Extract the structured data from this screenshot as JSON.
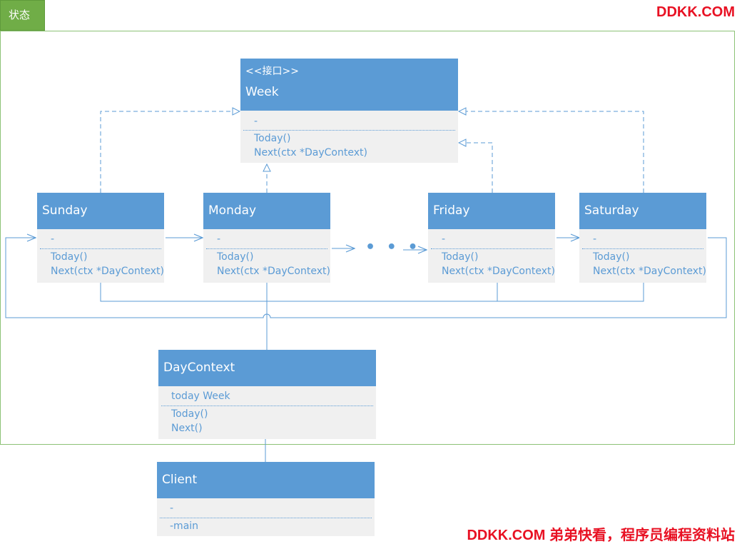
{
  "frame": {
    "label": "状态"
  },
  "watermark": {
    "top": "DDKK.COM",
    "bottom": "DDKK.COM 弟弟快看，程序员编程资料站"
  },
  "classes": {
    "week": {
      "stereotype": "<<接口>>",
      "name": "Week",
      "attr": "-",
      "ops": [
        "Today()",
        "Next(ctx *DayContext)"
      ]
    },
    "sunday": {
      "name": "Sunday",
      "attr": "-",
      "ops": [
        "Today()",
        "Next(ctx *DayContext)"
      ]
    },
    "monday": {
      "name": "Monday",
      "attr": "-",
      "ops": [
        "Today()",
        "Next(ctx *DayContext)"
      ]
    },
    "friday": {
      "name": "Friday",
      "attr": "-",
      "ops": [
        "Today()",
        "Next(ctx *DayContext)"
      ]
    },
    "saturday": {
      "name": "Saturday",
      "attr": "-",
      "ops": [
        "Today()",
        "Next(ctx *DayContext)"
      ]
    },
    "daycontext": {
      "name": "DayContext",
      "attr": "today Week",
      "ops": [
        "Today()",
        "Next()"
      ]
    },
    "client": {
      "name": "Client",
      "attr": "-",
      "ops": [
        "-main"
      ]
    }
  },
  "ellipsis": "• • •",
  "colors": {
    "class_header": "#5b9bd5",
    "class_body": "#f0f0f0",
    "frame_green": "#70ad47",
    "watermark_red": "#e81123"
  }
}
